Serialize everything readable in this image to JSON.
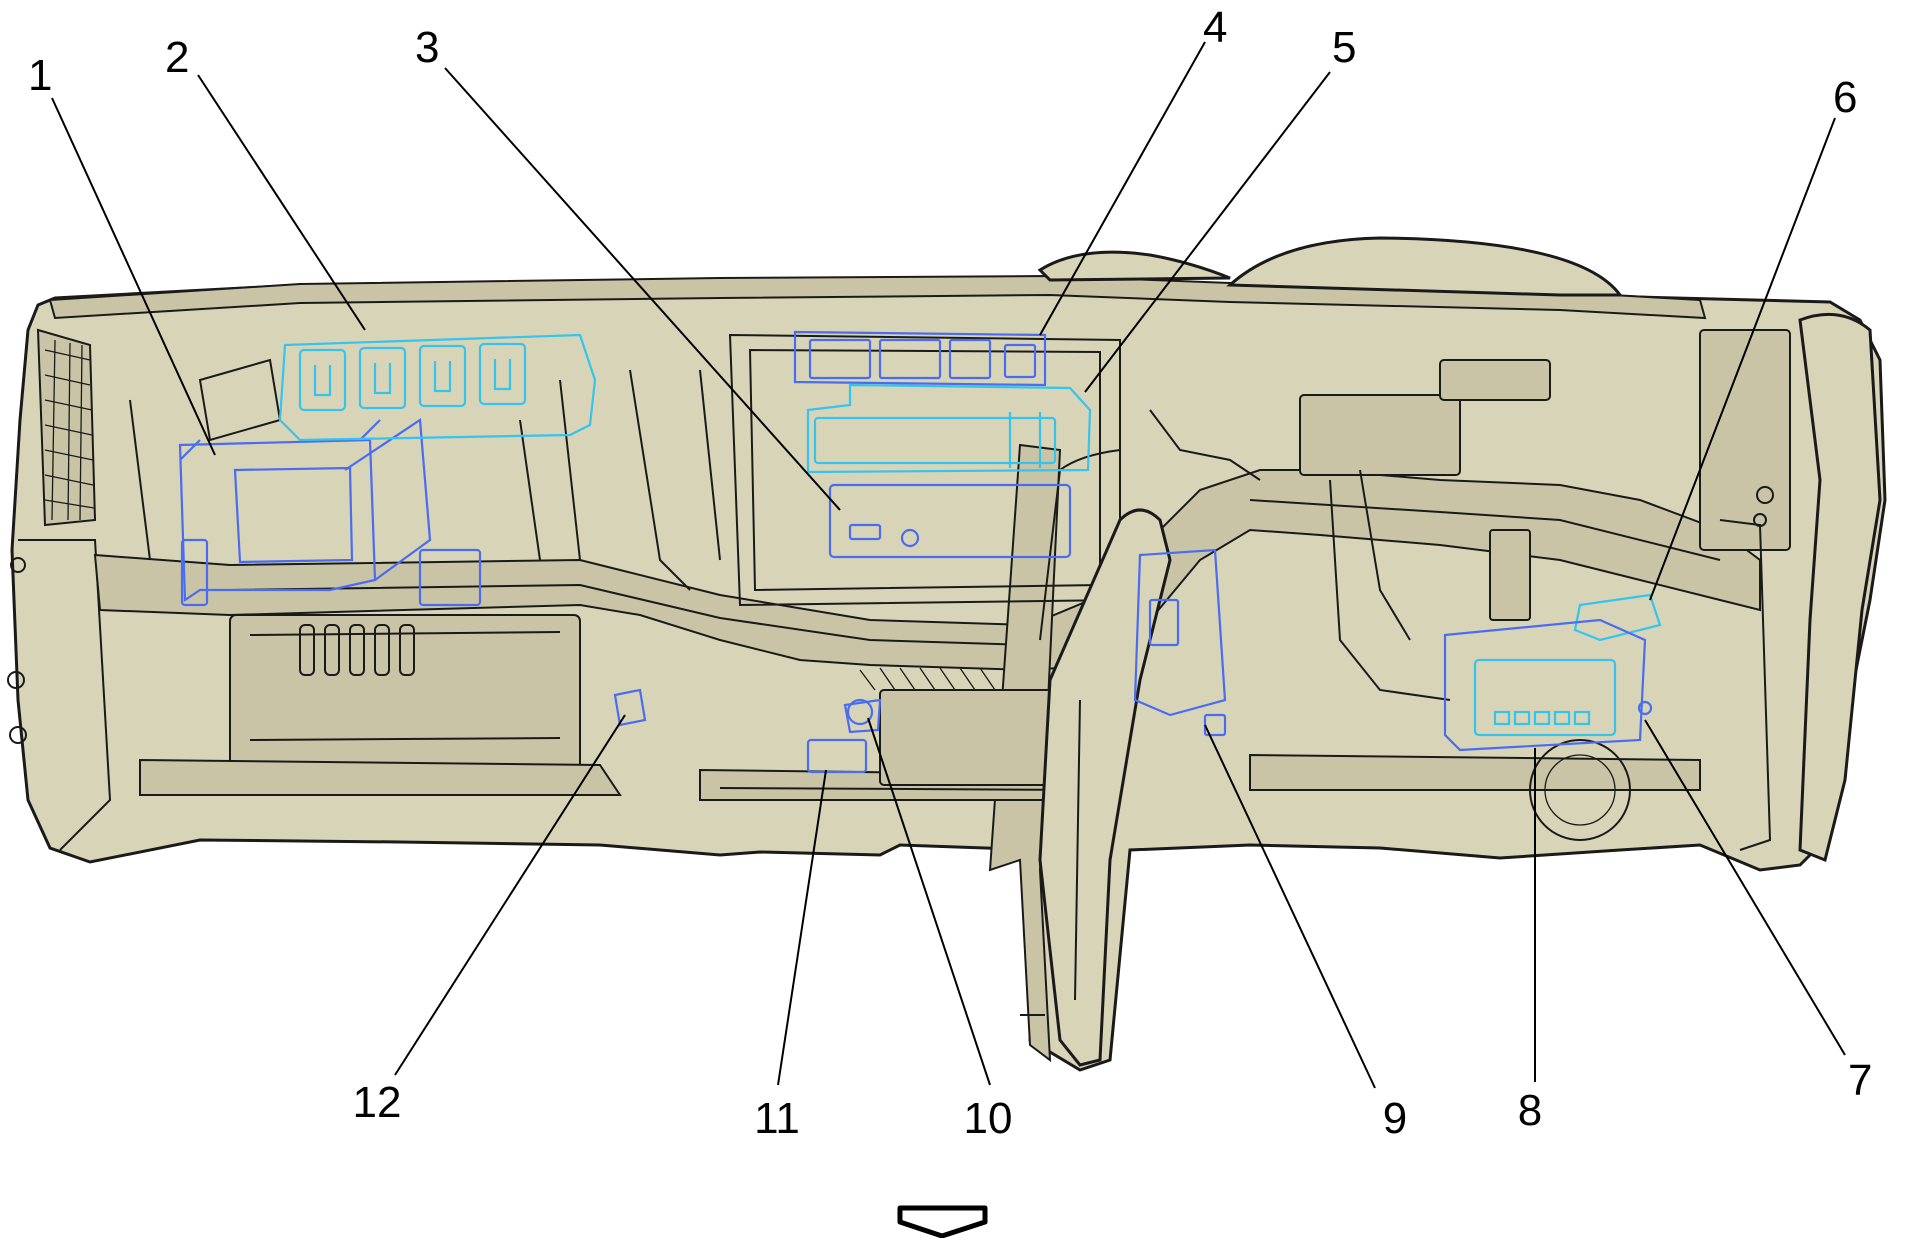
{
  "callouts": [
    "1",
    "2",
    "3",
    "4",
    "5",
    "6",
    "7",
    "8",
    "9",
    "10",
    "11",
    "12"
  ],
  "colors": {
    "dash_fill": "#d8d4b8",
    "outline": "#1a1a1a",
    "module_blue": "#4a6cf0",
    "module_cyan": "#35c4ec",
    "background": "#ffffff"
  },
  "icons": {
    "front_arrow": "down-arrow-icon"
  }
}
